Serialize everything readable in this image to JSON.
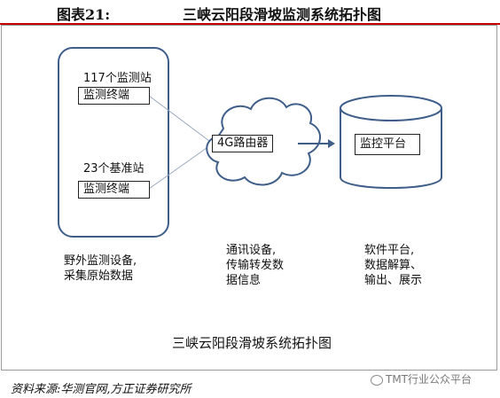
{
  "header": {
    "figure_label": "图表21:",
    "title": "三峡云阳段滑坡监测系统拓扑图"
  },
  "diagram": {
    "field_station_a": {
      "name": "117个监测站",
      "terminal": "监测终端"
    },
    "field_station_b": {
      "name": "23个基准站",
      "terminal": "监测终端"
    },
    "router": {
      "label": "4G路由器"
    },
    "server": {
      "label": "监控平台"
    },
    "captions": {
      "field": [
        "野外监测设备,",
        "采集原始数据"
      ],
      "comm": [
        "通讯设备,",
        "传输转发数",
        "据信息"
      ],
      "software": [
        "软件平台,",
        "数据解算、",
        "输出、展示"
      ]
    },
    "figure_caption": "三峡云阳段滑坡系统拓扑图"
  },
  "footer": {
    "source": "资料来源:华测官网,方正证券研究所",
    "watermark": "TMT行业公众平台"
  }
}
